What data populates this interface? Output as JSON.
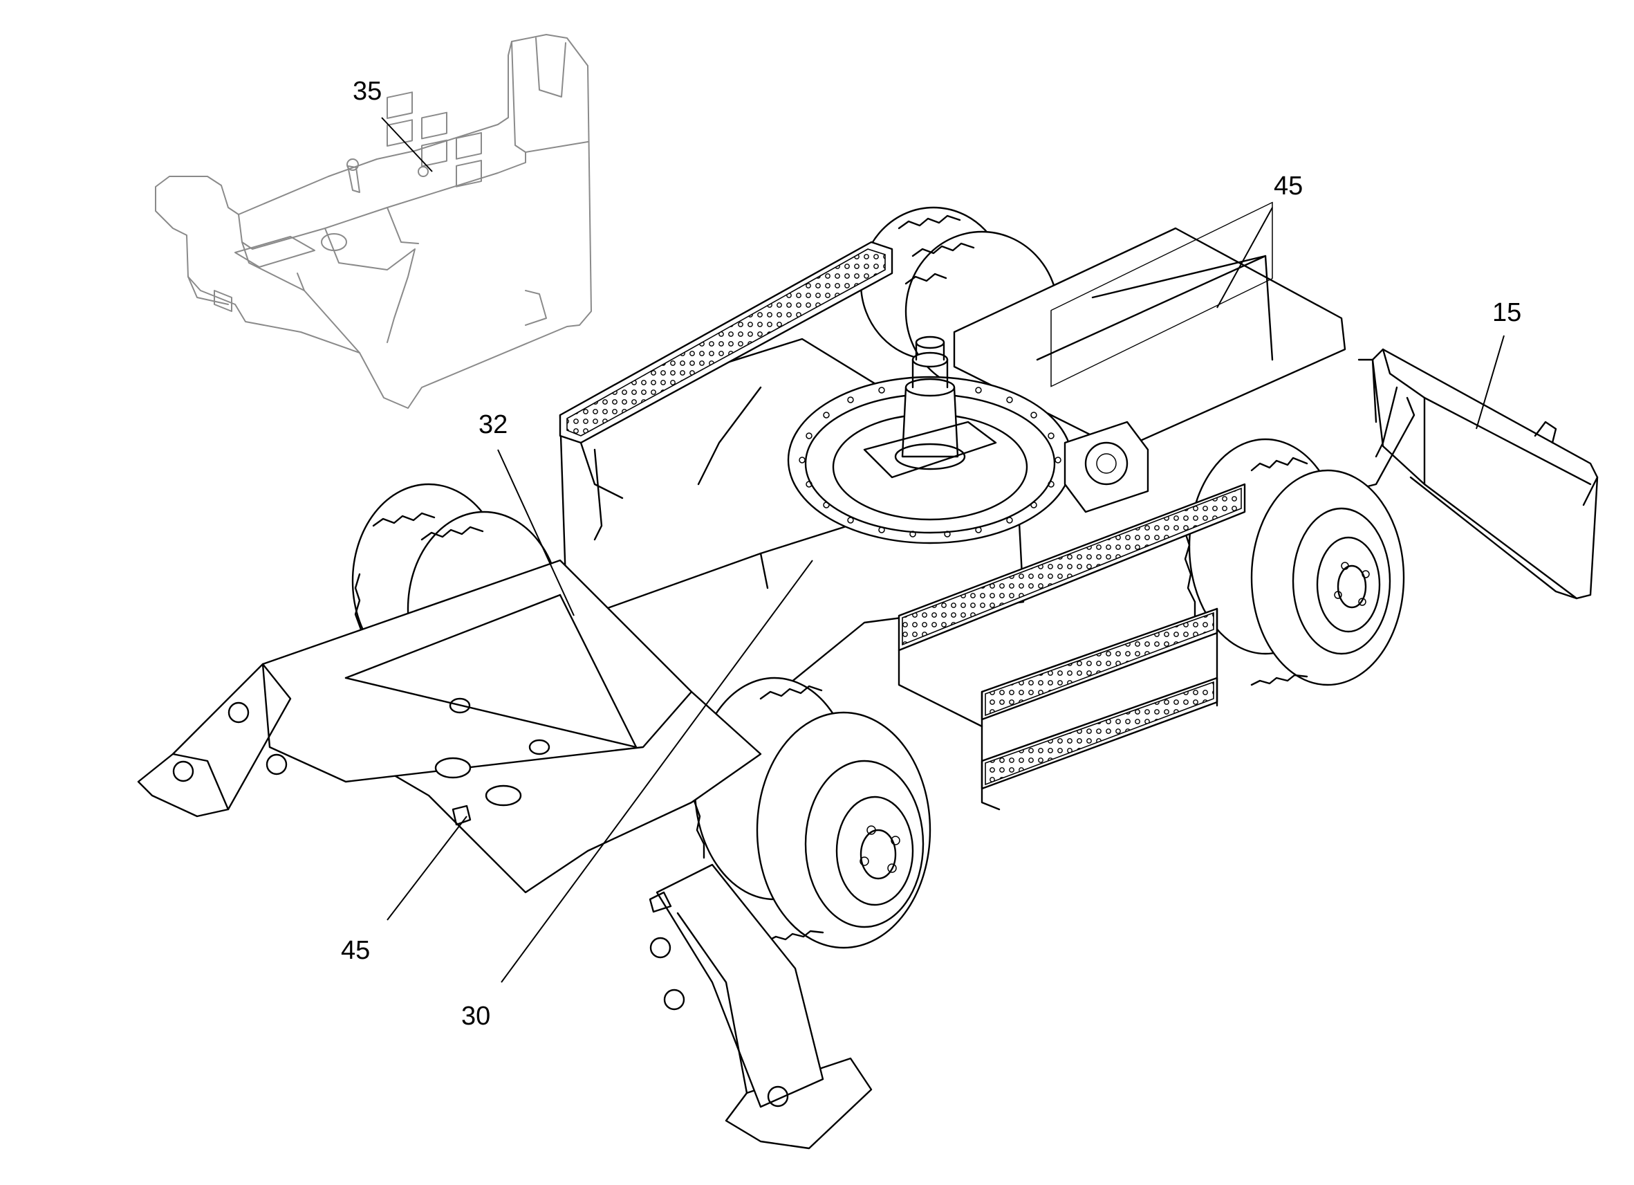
{
  "colors": {
    "line": "#000000",
    "background": "#ffffff",
    "ghost_line": "#8a8a8a"
  },
  "callouts": [
    {
      "id": "c35",
      "label": "35"
    },
    {
      "id": "c45a",
      "label": "45"
    },
    {
      "id": "c15",
      "label": "15"
    },
    {
      "id": "c32",
      "label": "32"
    },
    {
      "id": "c45b",
      "label": "45"
    },
    {
      "id": "c30",
      "label": "30"
    }
  ]
}
